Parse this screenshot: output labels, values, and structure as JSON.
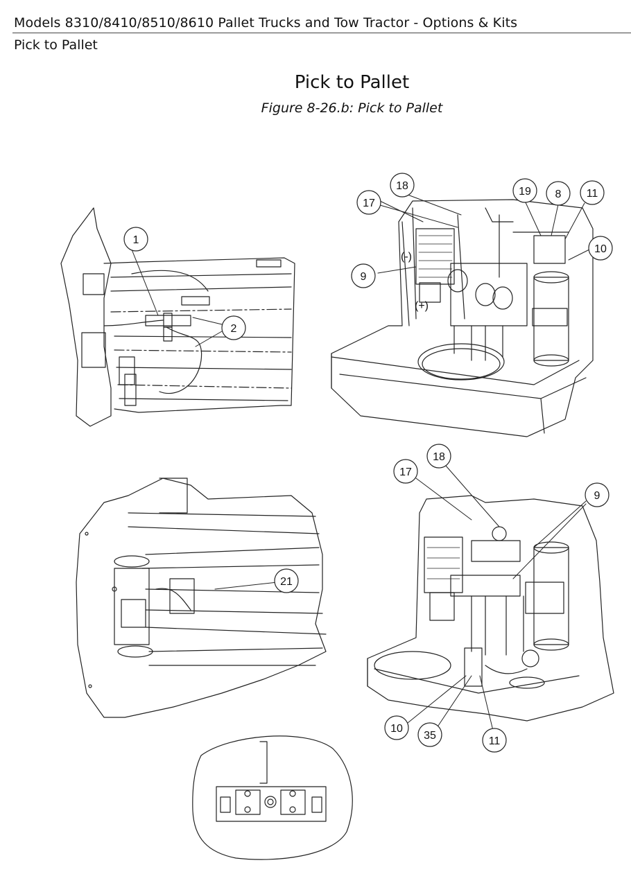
{
  "header": {
    "doc_title": "Models 8310/8410/8510/8610 Pallet Trucks and Tow Tractor - Options & Kits",
    "section": "Pick to Pallet"
  },
  "page": {
    "title": "Pick to Pallet",
    "figure_caption": "Figure 8-26.b: Pick to Pallet"
  },
  "callouts": {
    "c1": "1",
    "c2": "2",
    "c17a": "17",
    "c18a": "18",
    "c19": "19",
    "c8": "8",
    "c11a": "11",
    "c10a": "10",
    "c9a": "9",
    "c17b": "17",
    "c18b": "18",
    "c9b": "9",
    "c10b": "10",
    "c35": "35",
    "c11b": "11",
    "c21": "21"
  },
  "polarity": {
    "neg": "(-)",
    "pos": "(+)"
  }
}
